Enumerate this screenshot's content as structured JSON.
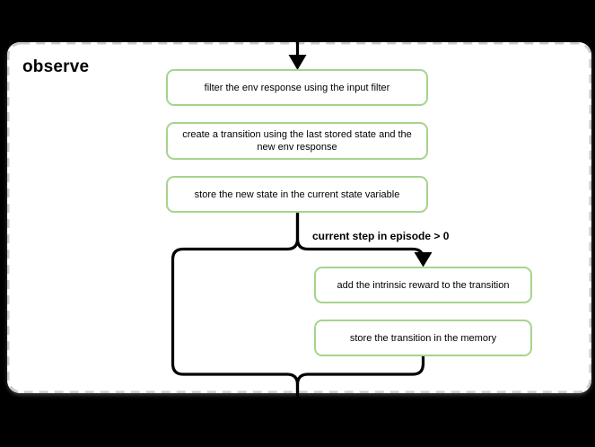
{
  "diagram": {
    "title": "observe",
    "nodes": [
      {
        "id": "filter-env-response",
        "label": "filter the env response using the input filter"
      },
      {
        "id": "create-transition",
        "label": "create a transition using the last stored state and the new env response"
      },
      {
        "id": "store-new-state",
        "label": "store the new state in the current state variable"
      },
      {
        "id": "add-intrinsic-reward",
        "label": "add the intrinsic reward to the transition"
      },
      {
        "id": "store-transition",
        "label": "store the transition in the memory"
      }
    ],
    "condition_label": "current step in episode > 0",
    "edges": [
      {
        "from": "outside-top",
        "to": "filter-env-response",
        "label": ""
      },
      {
        "from": "store-new-state",
        "to": "add-intrinsic-reward",
        "label": "current step in episode > 0"
      },
      {
        "from": "store-new-state",
        "to": "outside-bottom",
        "label": ""
      },
      {
        "from": "store-transition",
        "to": "outside-bottom",
        "label": ""
      }
    ],
    "colors": {
      "canvas_bg": "#000000",
      "panel_bg": "#ffffff",
      "panel_border": "#cccccc",
      "node_border": "#a6d48c",
      "node_bg": "#ffffff",
      "connector": "#000000",
      "text": "#000000"
    }
  }
}
